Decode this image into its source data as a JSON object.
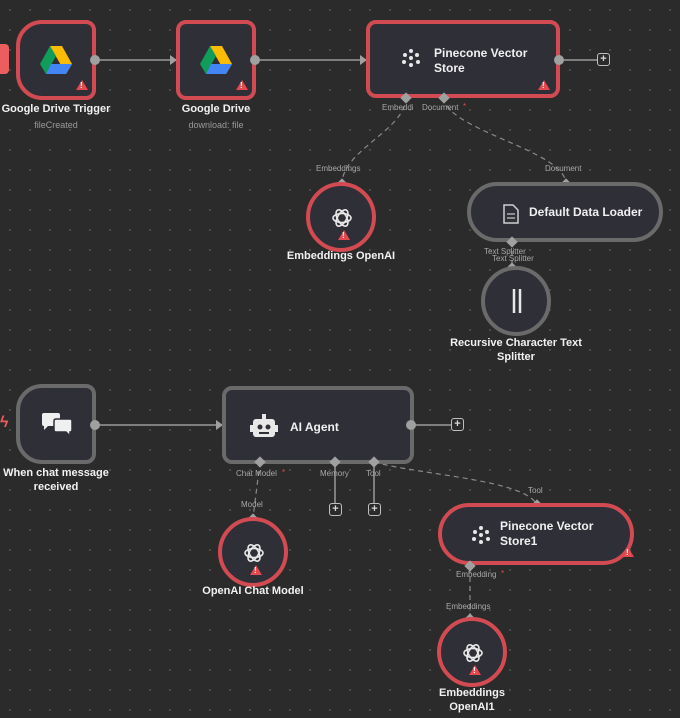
{
  "nodes": {
    "gdrive_trigger": {
      "title": "Google Drive Trigger",
      "subtitle": "fileCreated",
      "icon": "google-drive-icon"
    },
    "gdrive": {
      "title": "Google Drive",
      "subtitle": "download: file",
      "icon": "google-drive-icon"
    },
    "pinecone": {
      "title": "Pinecone Vector Store",
      "icon": "pinecone-icon",
      "ports": {
        "embedding": "Embeddi",
        "document": "Document"
      }
    },
    "embeddings_openai": {
      "title": "Embeddings OpenAI",
      "input_label": "Embeddings",
      "icon": "openai-icon"
    },
    "data_loader": {
      "title": "Default Data Loader",
      "input_label": "Document",
      "port": "Text Splitter",
      "icon": "document-icon"
    },
    "text_splitter": {
      "title": "Recursive Character Text Splitter",
      "input_label": "Text Splitter",
      "icon": "splitter-icon"
    },
    "chat_trigger": {
      "title": "When chat message received",
      "icon": "chat-bubbles-icon"
    },
    "ai_agent": {
      "title": "AI Agent",
      "icon": "robot-icon",
      "ports": {
        "chat_model": "Chat Model",
        "memory": "Memory",
        "tool": "Tool"
      }
    },
    "openai_chat": {
      "title": "OpenAI Chat Model",
      "input_label": "Model",
      "icon": "openai-icon"
    },
    "pinecone1": {
      "title": "Pinecone Vector Store1",
      "input_label": "Tool",
      "port": "Embedding",
      "icon": "pinecone-icon"
    },
    "embeddings_openai1": {
      "title": "Embeddings OpenAI1",
      "input_label": "Embeddings",
      "icon": "openai-icon"
    }
  },
  "colors": {
    "canvas": "#2b2b2b",
    "node_bg": "#2f2f38",
    "error_border": "#d24b52",
    "neutral_border": "#6a6a6a",
    "warning": "#e5484d"
  }
}
